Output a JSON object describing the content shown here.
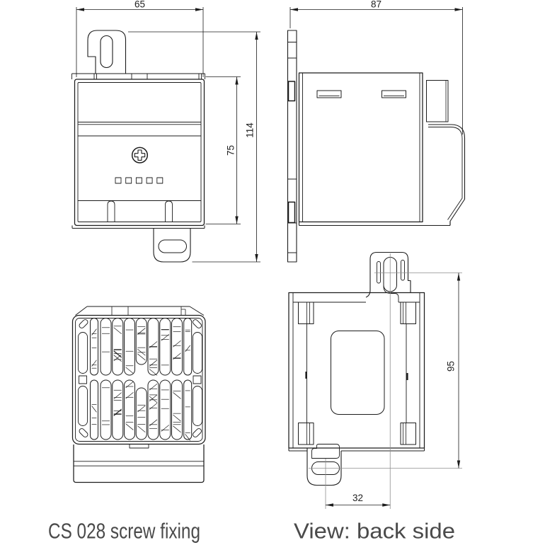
{
  "captions": {
    "left": "CS 028 screw fixing",
    "right": "View: back side"
  },
  "dimensions": {
    "front_width": "65",
    "front_body_height": "75",
    "front_total_height": "114",
    "side_depth": "87",
    "back_height": "95",
    "back_offset": "32"
  },
  "grille": {
    "columns": 7,
    "rows": 2
  },
  "colors": {
    "line": "#1c1c1c",
    "centerline": "#8f8f8f",
    "dimtext": "#222222",
    "caption": "#4a4a4a",
    "bg": "#ffffff"
  }
}
